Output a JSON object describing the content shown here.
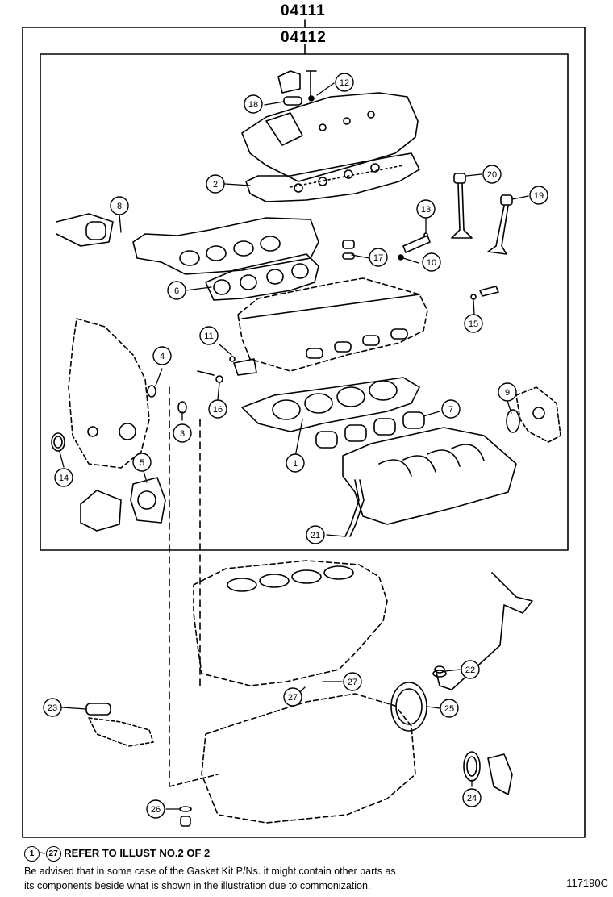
{
  "header": {
    "kit_number": "04111",
    "subkit_number": "04112"
  },
  "callouts": [
    {
      "n": "1"
    },
    {
      "n": "2"
    },
    {
      "n": "3"
    },
    {
      "n": "4"
    },
    {
      "n": "5"
    },
    {
      "n": "6"
    },
    {
      "n": "7"
    },
    {
      "n": "8"
    },
    {
      "n": "9"
    },
    {
      "n": "10"
    },
    {
      "n": "11"
    },
    {
      "n": "12"
    },
    {
      "n": "13"
    },
    {
      "n": "14"
    },
    {
      "n": "15"
    },
    {
      "n": "16"
    },
    {
      "n": "17"
    },
    {
      "n": "18"
    },
    {
      "n": "19"
    },
    {
      "n": "20"
    },
    {
      "n": "21"
    },
    {
      "n": "22"
    },
    {
      "n": "23"
    },
    {
      "n": "24"
    },
    {
      "n": "25"
    },
    {
      "n": "26"
    },
    {
      "n": "27"
    },
    {
      "n": "27"
    }
  ],
  "notes": {
    "range_start": "1",
    "range_sep": "~",
    "range_end": "27",
    "refer_text": "REFER TO ILLUST NO.2 OF 2",
    "advisory_line1": "Be advised that in some case of the Gasket Kit P/Ns.  it might contain other parts as",
    "advisory_line2": "its components beside what is shown in the illustration due to commonization."
  },
  "illustration_code": "117190C"
}
